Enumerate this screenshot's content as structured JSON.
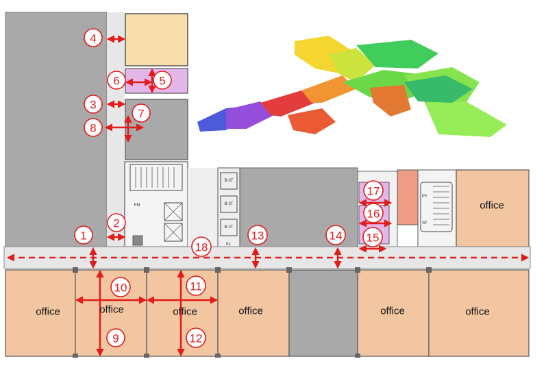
{
  "room_label": "office",
  "rooms": [
    {
      "id": "office-1",
      "label": "office"
    },
    {
      "id": "office-2",
      "label": "office"
    },
    {
      "id": "office-3",
      "label": "office"
    },
    {
      "id": "office-4",
      "label": "office"
    },
    {
      "id": "office-5",
      "label": "office"
    },
    {
      "id": "office-6",
      "label": "office"
    },
    {
      "id": "office-7",
      "label": "office"
    }
  ],
  "markers": [
    "1",
    "2",
    "3",
    "4",
    "5",
    "6",
    "7",
    "8",
    "9",
    "10",
    "11",
    "12",
    "13",
    "14",
    "15",
    "16",
    "17",
    "18"
  ],
  "small_labels": [
    "PY",
    "SF",
    "B-3T",
    "B-3T",
    "B-3T",
    "SJ",
    "FM"
  ],
  "colors": {
    "office_fill": "#f1c6a0",
    "wall_gray": "#a9a9a9",
    "corridor": "#e7e7e7",
    "pink_room": "#e3b7ea",
    "yellow_room": "#f7deaa",
    "salmon_room": "#ee9c86",
    "marker_red": "#e21b1b"
  }
}
